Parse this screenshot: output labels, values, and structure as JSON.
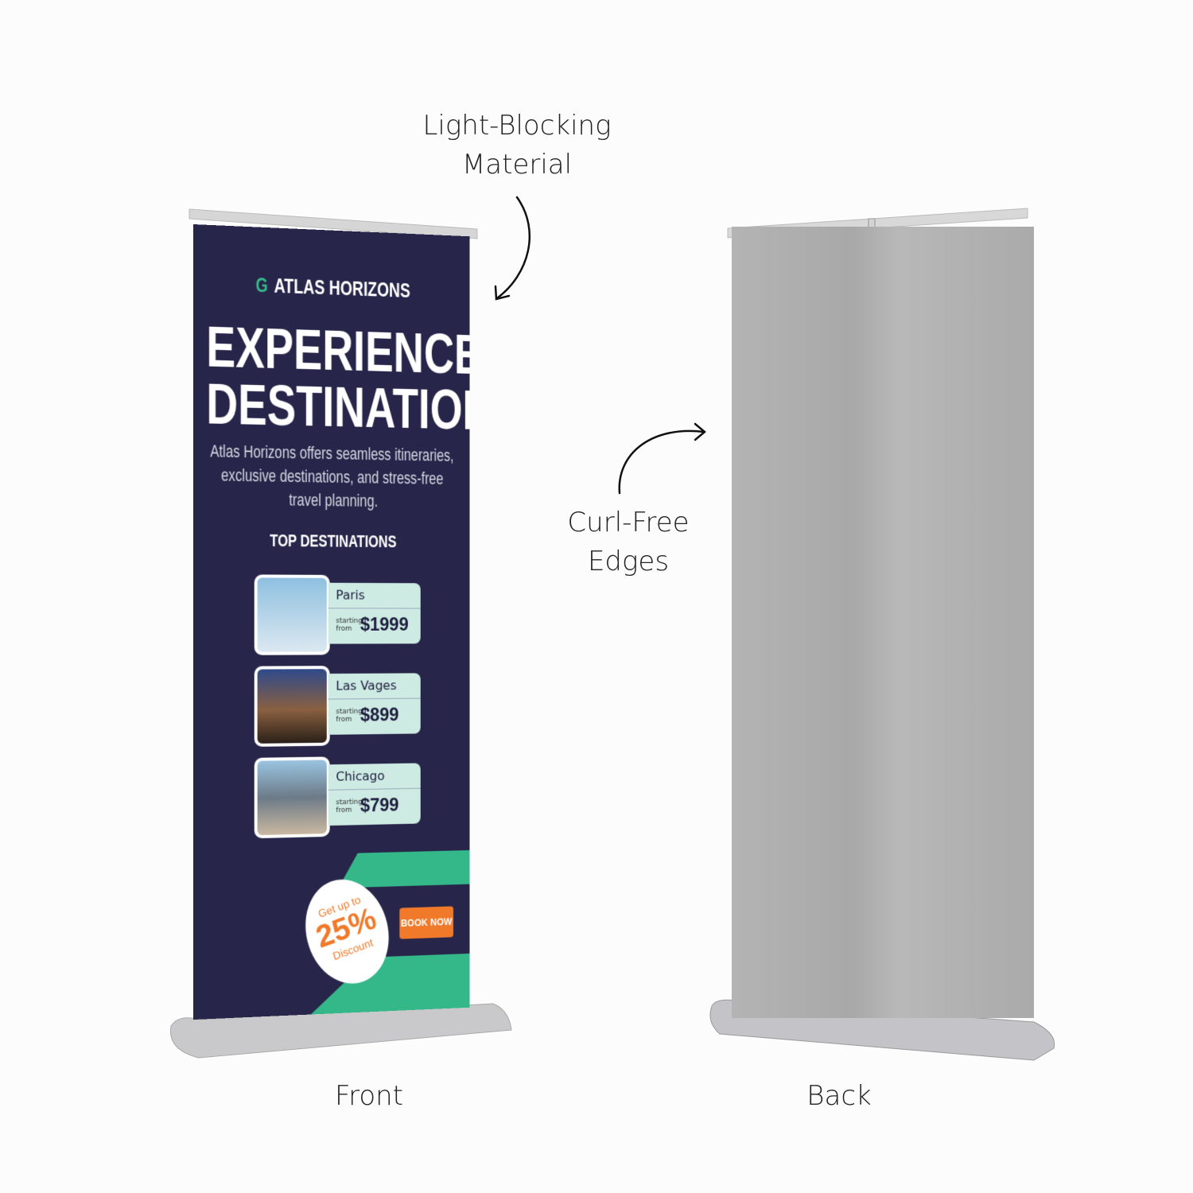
{
  "callouts": {
    "light_blocking": [
      "Light-Blocking",
      "Material"
    ],
    "curl_free": [
      "Curl-Free",
      "Edges"
    ]
  },
  "captions": {
    "front": "Front",
    "back": "Back"
  },
  "banner": {
    "brand": "ATLAS HORIZONS",
    "logo_icon": "g-logo-icon",
    "headline": [
      "EXPERIENCE",
      "DESTINATIONS"
    ],
    "description": "Atlas Horizons offers seamless itineraries, exclusive destinations, and stress-free travel planning.",
    "section_title": "TOP DESTINATIONS",
    "destinations": [
      {
        "city": "Paris",
        "from_label": "starting from",
        "price": "$1999"
      },
      {
        "city": "Las Vages",
        "from_label": "starting from",
        "price": "$899"
      },
      {
        "city": "Chicago",
        "from_label": "starting from",
        "price": "$799"
      }
    ],
    "promo": {
      "line1": "Get up to",
      "percent": "25%",
      "line2": "Discount"
    },
    "cta": "BOOK NOW",
    "colors": {
      "navy": "#27264a",
      "green": "#34b889",
      "orange": "#f07a2a",
      "card": "#cdeae3"
    }
  }
}
